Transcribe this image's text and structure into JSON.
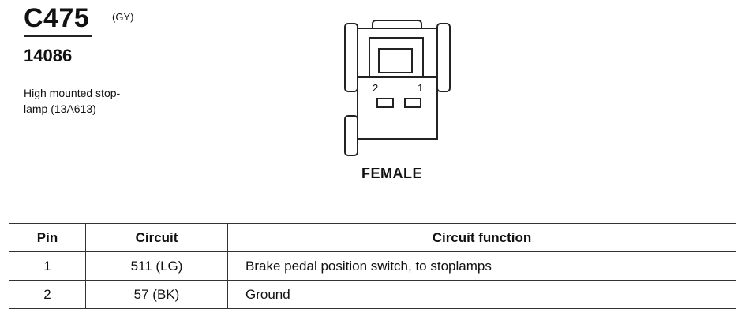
{
  "header": {
    "connector_id": "C475",
    "color_code": "(GY)",
    "part_number": "14086",
    "description_line1": "High mounted stop-",
    "description_line2": "lamp (13A613)"
  },
  "connector": {
    "pin_label_left": "2",
    "pin_label_right": "1",
    "gender": "FEMALE"
  },
  "table": {
    "headers": [
      "Pin",
      "Circuit",
      "Circuit function"
    ],
    "rows": [
      {
        "pin": "1",
        "circuit": "511 (LG)",
        "function": "Brake pedal position switch, to stoplamps"
      },
      {
        "pin": "2",
        "circuit": "57 (BK)",
        "function": "Ground"
      }
    ]
  }
}
